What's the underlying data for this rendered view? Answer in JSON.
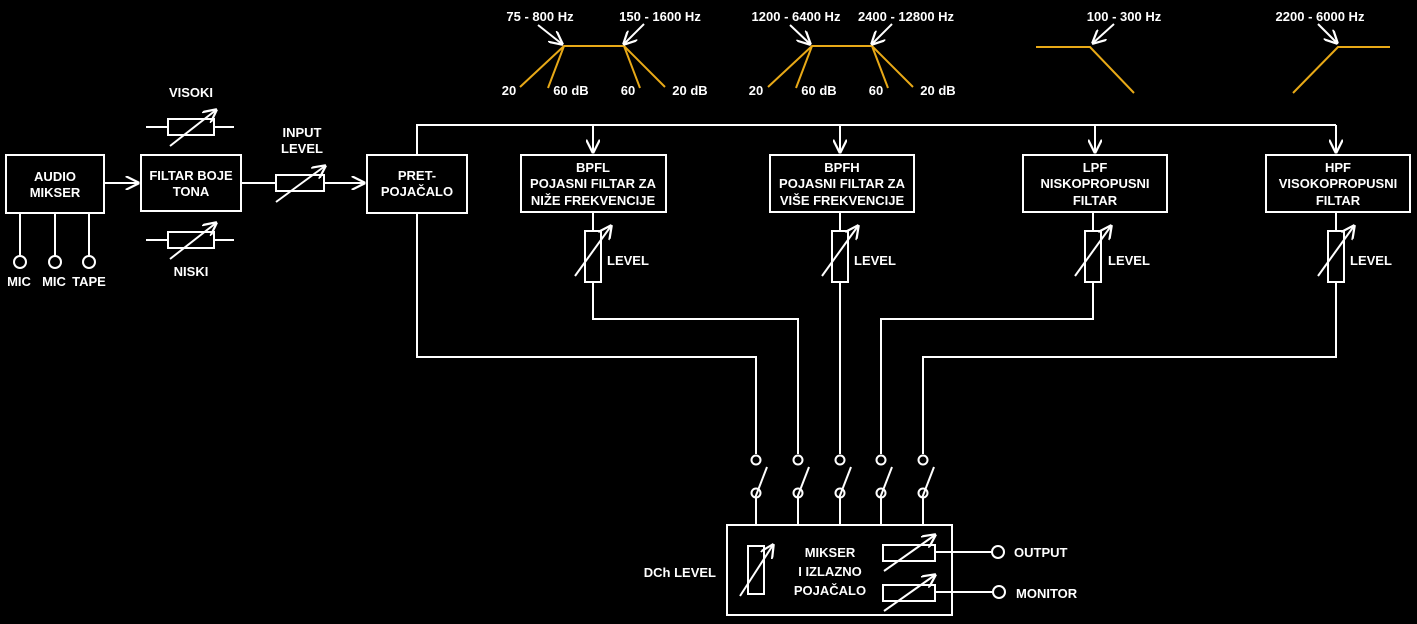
{
  "blocks": {
    "audio_mixer": [
      "AUDIO",
      "MIKSER"
    ],
    "tone_filter": [
      "FILTAR BOJE",
      "TONA"
    ],
    "preamp": [
      "PRET-",
      "POJAČALO"
    ],
    "bpfl": [
      "BPFL",
      "POJASNI FILTAR ZA",
      "NIŽE FREKVENCIJE"
    ],
    "bpfh": [
      "BPFH",
      "POJASNI FILTAR ZA",
      "VIŠE FREKVENCIJE"
    ],
    "lpf": [
      "LPF",
      "NISKOPROPUSNI",
      "FILTAR"
    ],
    "hpf": [
      "HPF",
      "VISOKOPROPUSNI",
      "FILTAR"
    ],
    "mixer_out": [
      "MIKSER",
      "I IZLAZNO",
      "POJAČALO"
    ]
  },
  "labels": {
    "visoki": "VISOKI",
    "niski": "NISKI",
    "input_level": [
      "INPUT",
      "LEVEL"
    ],
    "level": "LEVEL",
    "dch_level": "DCh LEVEL",
    "output": "OUTPUT",
    "monitor": "MONITOR"
  },
  "inputs": [
    "MIC",
    "MIC",
    "TAPE"
  ],
  "responses": {
    "bpfl": {
      "low": "75 - 800 Hz",
      "high": "150  - 1600  Hz",
      "db": [
        "20",
        "60 dB",
        "60",
        "20 dB"
      ]
    },
    "bpfh": {
      "low": "1200 - 6400 Hz",
      "high": "2400  - 12800  Hz",
      "db": [
        "20",
        "60 dB",
        "60",
        "20 dB"
      ]
    },
    "lpf": {
      "range": "100  - 300 Hz"
    },
    "hpf": {
      "range": "2200  - 6000 Hz"
    }
  },
  "colors": {
    "background": "#000000",
    "lines": "#ffffff",
    "response_curve": "#e8a917"
  }
}
